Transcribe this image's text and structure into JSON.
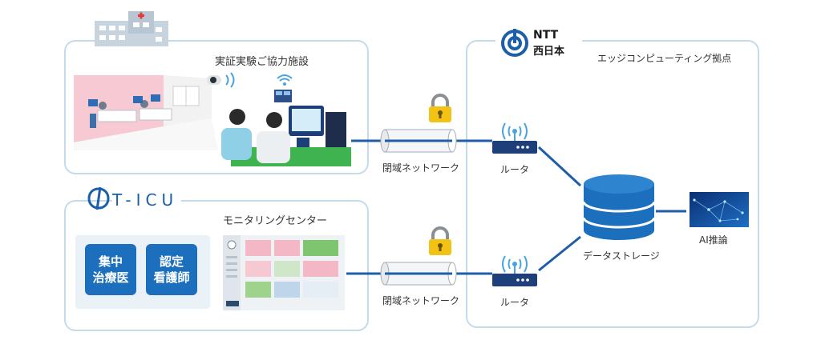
{
  "facility": {
    "title": "実証実験ご協力施設"
  },
  "ticu": {
    "logo_text": "T-ICU",
    "center_title": "モニタリングセンター",
    "roles": [
      {
        "label": "集中\n治療医"
      },
      {
        "label": "認定\n看護師"
      }
    ]
  },
  "network": {
    "top_label": "閉域ネットワーク",
    "bottom_label": "閉域ネットワーク"
  },
  "edge": {
    "brand_line1": "NTT",
    "brand_line2": "西日本",
    "title": "エッジコンピューティング拠点",
    "router_top_label": "ルータ",
    "router_bottom_label": "ルータ",
    "storage_label": "データストレージ",
    "ai_label": "AI推論"
  },
  "colors": {
    "accent_blue": "#1c6fbd",
    "panel_border": "#c5dbe9",
    "lock_yellow": "#f2c314",
    "line_blue": "#1e5ea8"
  }
}
